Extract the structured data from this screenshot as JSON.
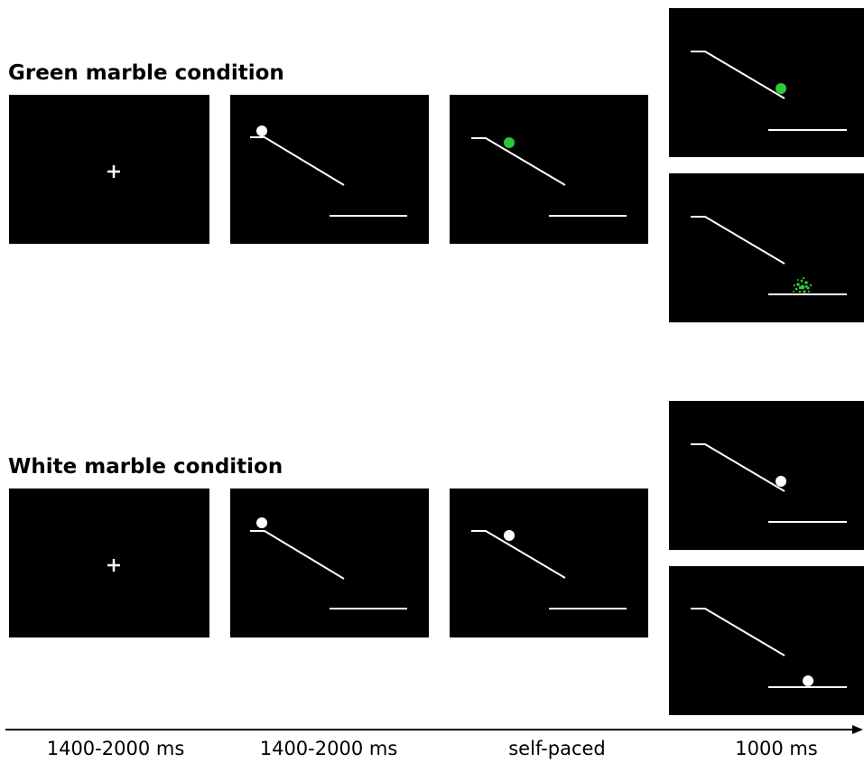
{
  "conditions": {
    "green": {
      "title": "Green marble condition",
      "marble_color": "#2fc63a",
      "outcome_a": "marble rolls off ramp",
      "outcome_b": "marble shatters on platform"
    },
    "white": {
      "title": "White marble condition",
      "marble_color": "#ffffff",
      "outcome_a": "marble rolls off ramp",
      "outcome_b": "marble lands on platform"
    }
  },
  "timeline": {
    "labels": [
      "1400-2000 ms",
      "1400-2000 ms",
      "self-paced",
      "1000 ms"
    ]
  },
  "colors": {
    "panel_background": "#000000",
    "stimulus_lines": "#ffffff",
    "green_marble": "#2fc63a",
    "white_marble": "#ffffff"
  }
}
